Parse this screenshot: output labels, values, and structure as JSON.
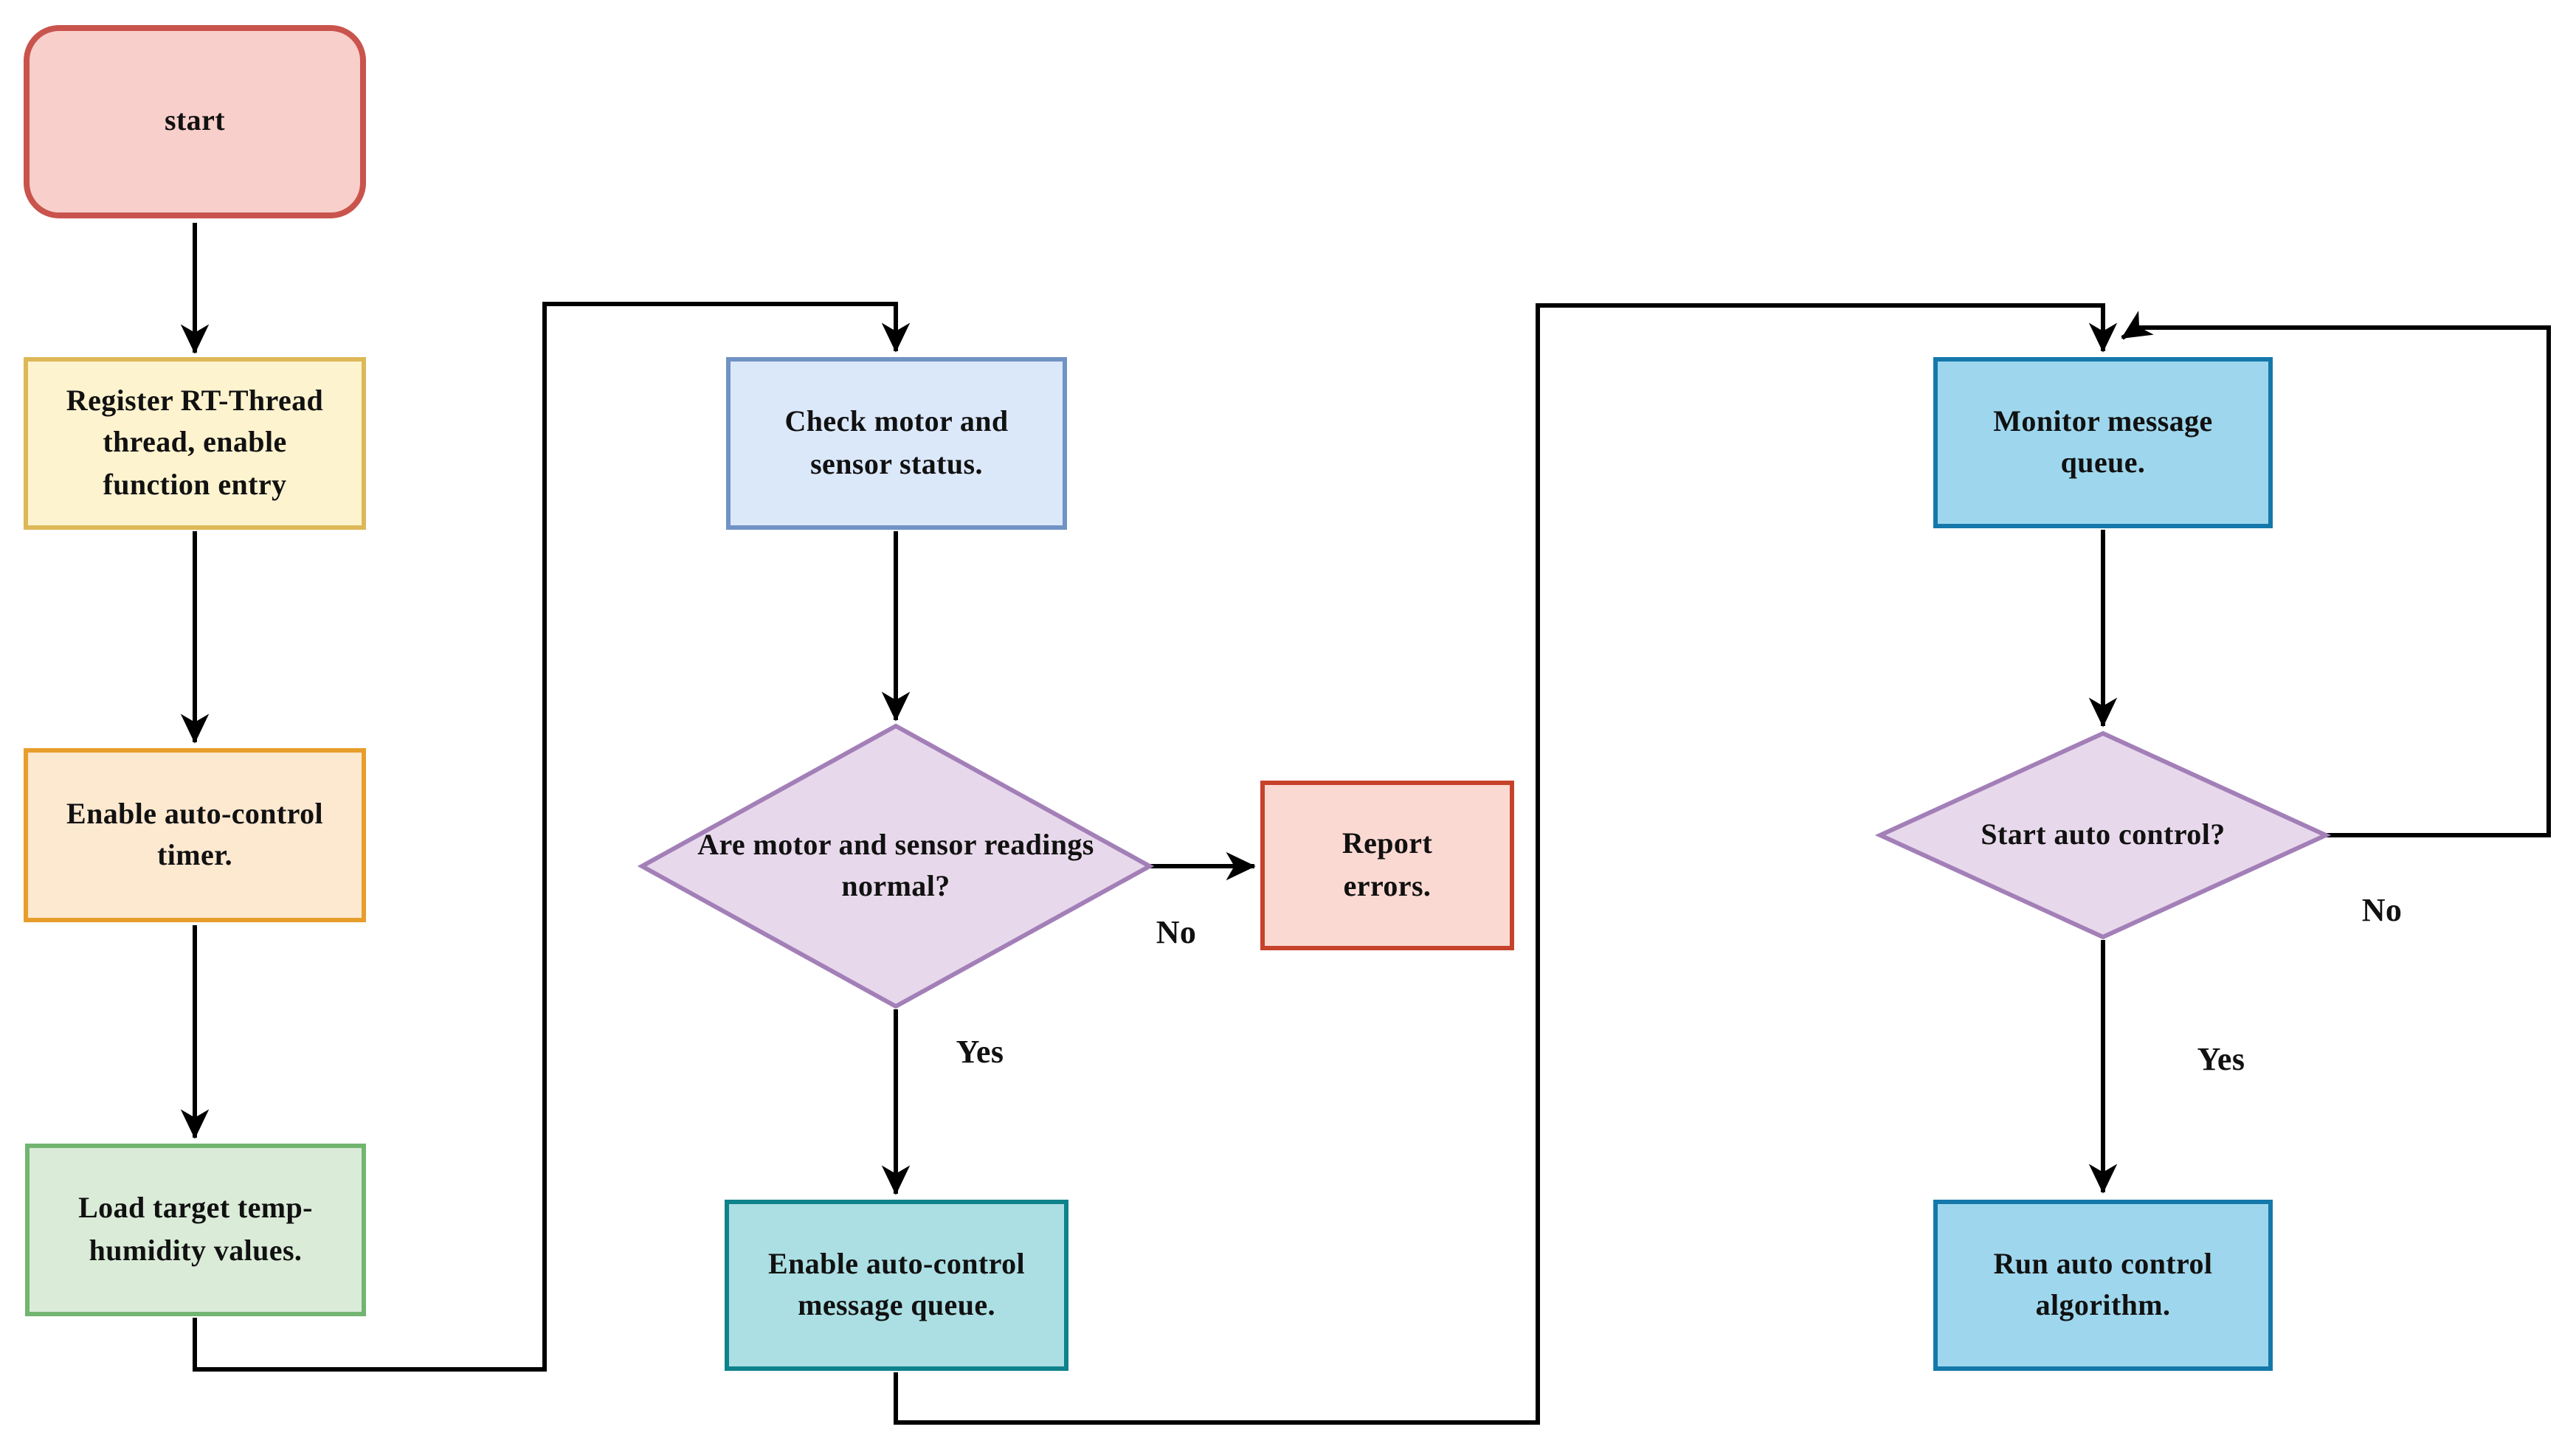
{
  "diagram": {
    "type": "flowchart",
    "line_color": "#000000",
    "nodes": [
      {
        "id": "start",
        "type": "terminator",
        "label": "start",
        "fill": "#F8CFCA",
        "stroke": "#C9544D"
      },
      {
        "id": "register-thread",
        "type": "process",
        "label": "Register RT-Thread\nthread, enable\nfunction entry",
        "fill": "#FEF3CF",
        "stroke": "#DCB857"
      },
      {
        "id": "enable-timer",
        "type": "process",
        "label": "Enable auto-control\ntimer.",
        "fill": "#FDE8D0",
        "stroke": "#E79E2C"
      },
      {
        "id": "load-values",
        "type": "process",
        "label": "Load target temp-\nhumidity values.",
        "fill": "#DAEBD8",
        "stroke": "#72B570"
      },
      {
        "id": "check-status",
        "type": "process",
        "label": "Check motor and\nsensor status.",
        "fill": "#DBE8FA",
        "stroke": "#7093C4"
      },
      {
        "id": "readings-normal",
        "type": "decision",
        "label": "Are motor and sensor readings\nnormal?",
        "fill": "#E7D9EB",
        "stroke": "#A37FB8"
      },
      {
        "id": "report-errors",
        "type": "process",
        "label": "Report\nerrors.",
        "fill": "#FBD9D3",
        "stroke": "#C7422B"
      },
      {
        "id": "enable-msg-queue",
        "type": "process",
        "label": "Enable auto-control\nmessage queue.",
        "fill": "#ABDFE3",
        "stroke": "#0F828C"
      },
      {
        "id": "monitor-queue",
        "type": "process",
        "label": "Monitor message\nqueue.",
        "fill": "#9ED7ED",
        "stroke": "#1478AA"
      },
      {
        "id": "start-auto",
        "type": "decision",
        "label": "Start auto control?",
        "fill": "#E7D9EB",
        "stroke": "#A37FB8"
      },
      {
        "id": "run-algorithm",
        "type": "process",
        "label": "Run auto control\nalgorithm.",
        "fill": "#9ED7ED",
        "stroke": "#1478AA"
      }
    ],
    "edge_labels": [
      {
        "id": "no-1",
        "text": "No"
      },
      {
        "id": "yes-1",
        "text": "Yes"
      },
      {
        "id": "no-2",
        "text": "No"
      },
      {
        "id": "yes-2",
        "text": "Yes"
      }
    ]
  }
}
